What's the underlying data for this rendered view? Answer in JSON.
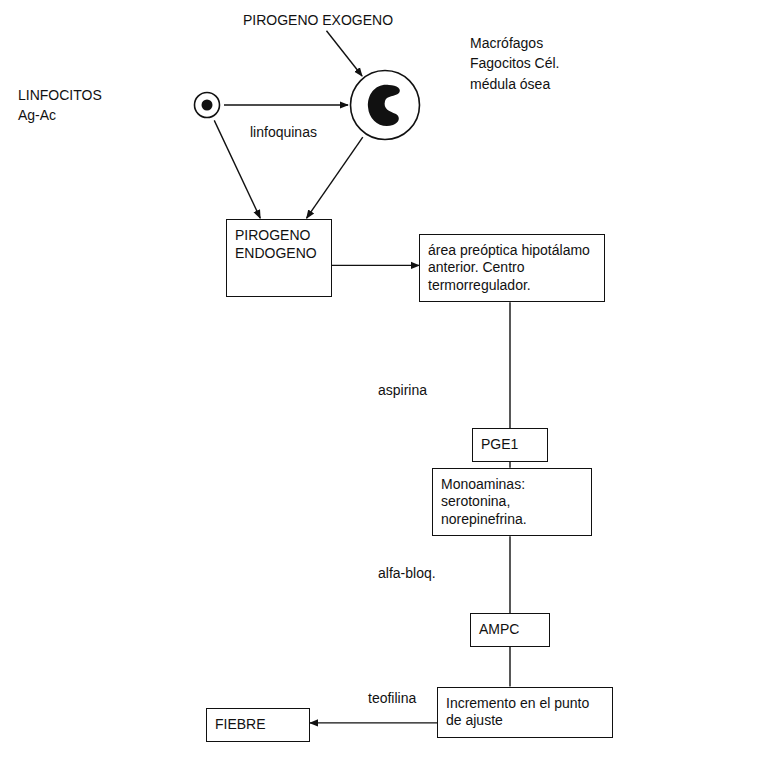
{
  "diagram": {
    "nodes": [
      {
        "text": [
          "PIROGENO EXOGENO"
        ]
      },
      {
        "text": [
          "LINFOCITOS Ag-Ac"
        ]
      },
      {
        "text": [
          "Macrófagos Fagocitos Cél. médula ósea"
        ]
      },
      {
        "text": [
          "PIROGENO ENDOGENO"
        ]
      },
      {
        "text": [
          "área preóptica hipotálamo anterior. Centro termorregulador."
        ]
      },
      {
        "text": [
          "PGE1"
        ]
      },
      {
        "text": [
          "Monoaminas: serotonina, norepinefrina."
        ]
      },
      {
        "text": [
          "AMPC"
        ]
      },
      {
        "text": [
          "Incremento en el punto de ajuste"
        ]
      },
      {
        "text": [
          "FIEBRE"
        ]
      }
    ],
    "edges": [
      {
        "from": 0,
        "to": 2,
        "arrow": "to"
      },
      {
        "from": 1,
        "to": 2,
        "label": "linfoquinas",
        "arrow": "to"
      },
      {
        "from": 2,
        "to": 3,
        "arrow": "to"
      },
      {
        "from": 1,
        "to": 3,
        "arrow": "to"
      },
      {
        "from": 3,
        "to": 4,
        "arrow": "to"
      },
      {
        "from": 4,
        "to": 5,
        "label": "aspirina",
        "arrow": "none"
      },
      {
        "from": 5,
        "to": 6,
        "arrow": "none"
      },
      {
        "from": 6,
        "to": 7,
        "label": "alfa-bloq.",
        "arrow": "none"
      },
      {
        "from": 7,
        "to": 8,
        "label": "teofilina",
        "arrow": "none"
      },
      {
        "from": 8,
        "to": 9,
        "arrow": "to"
      }
    ]
  }
}
